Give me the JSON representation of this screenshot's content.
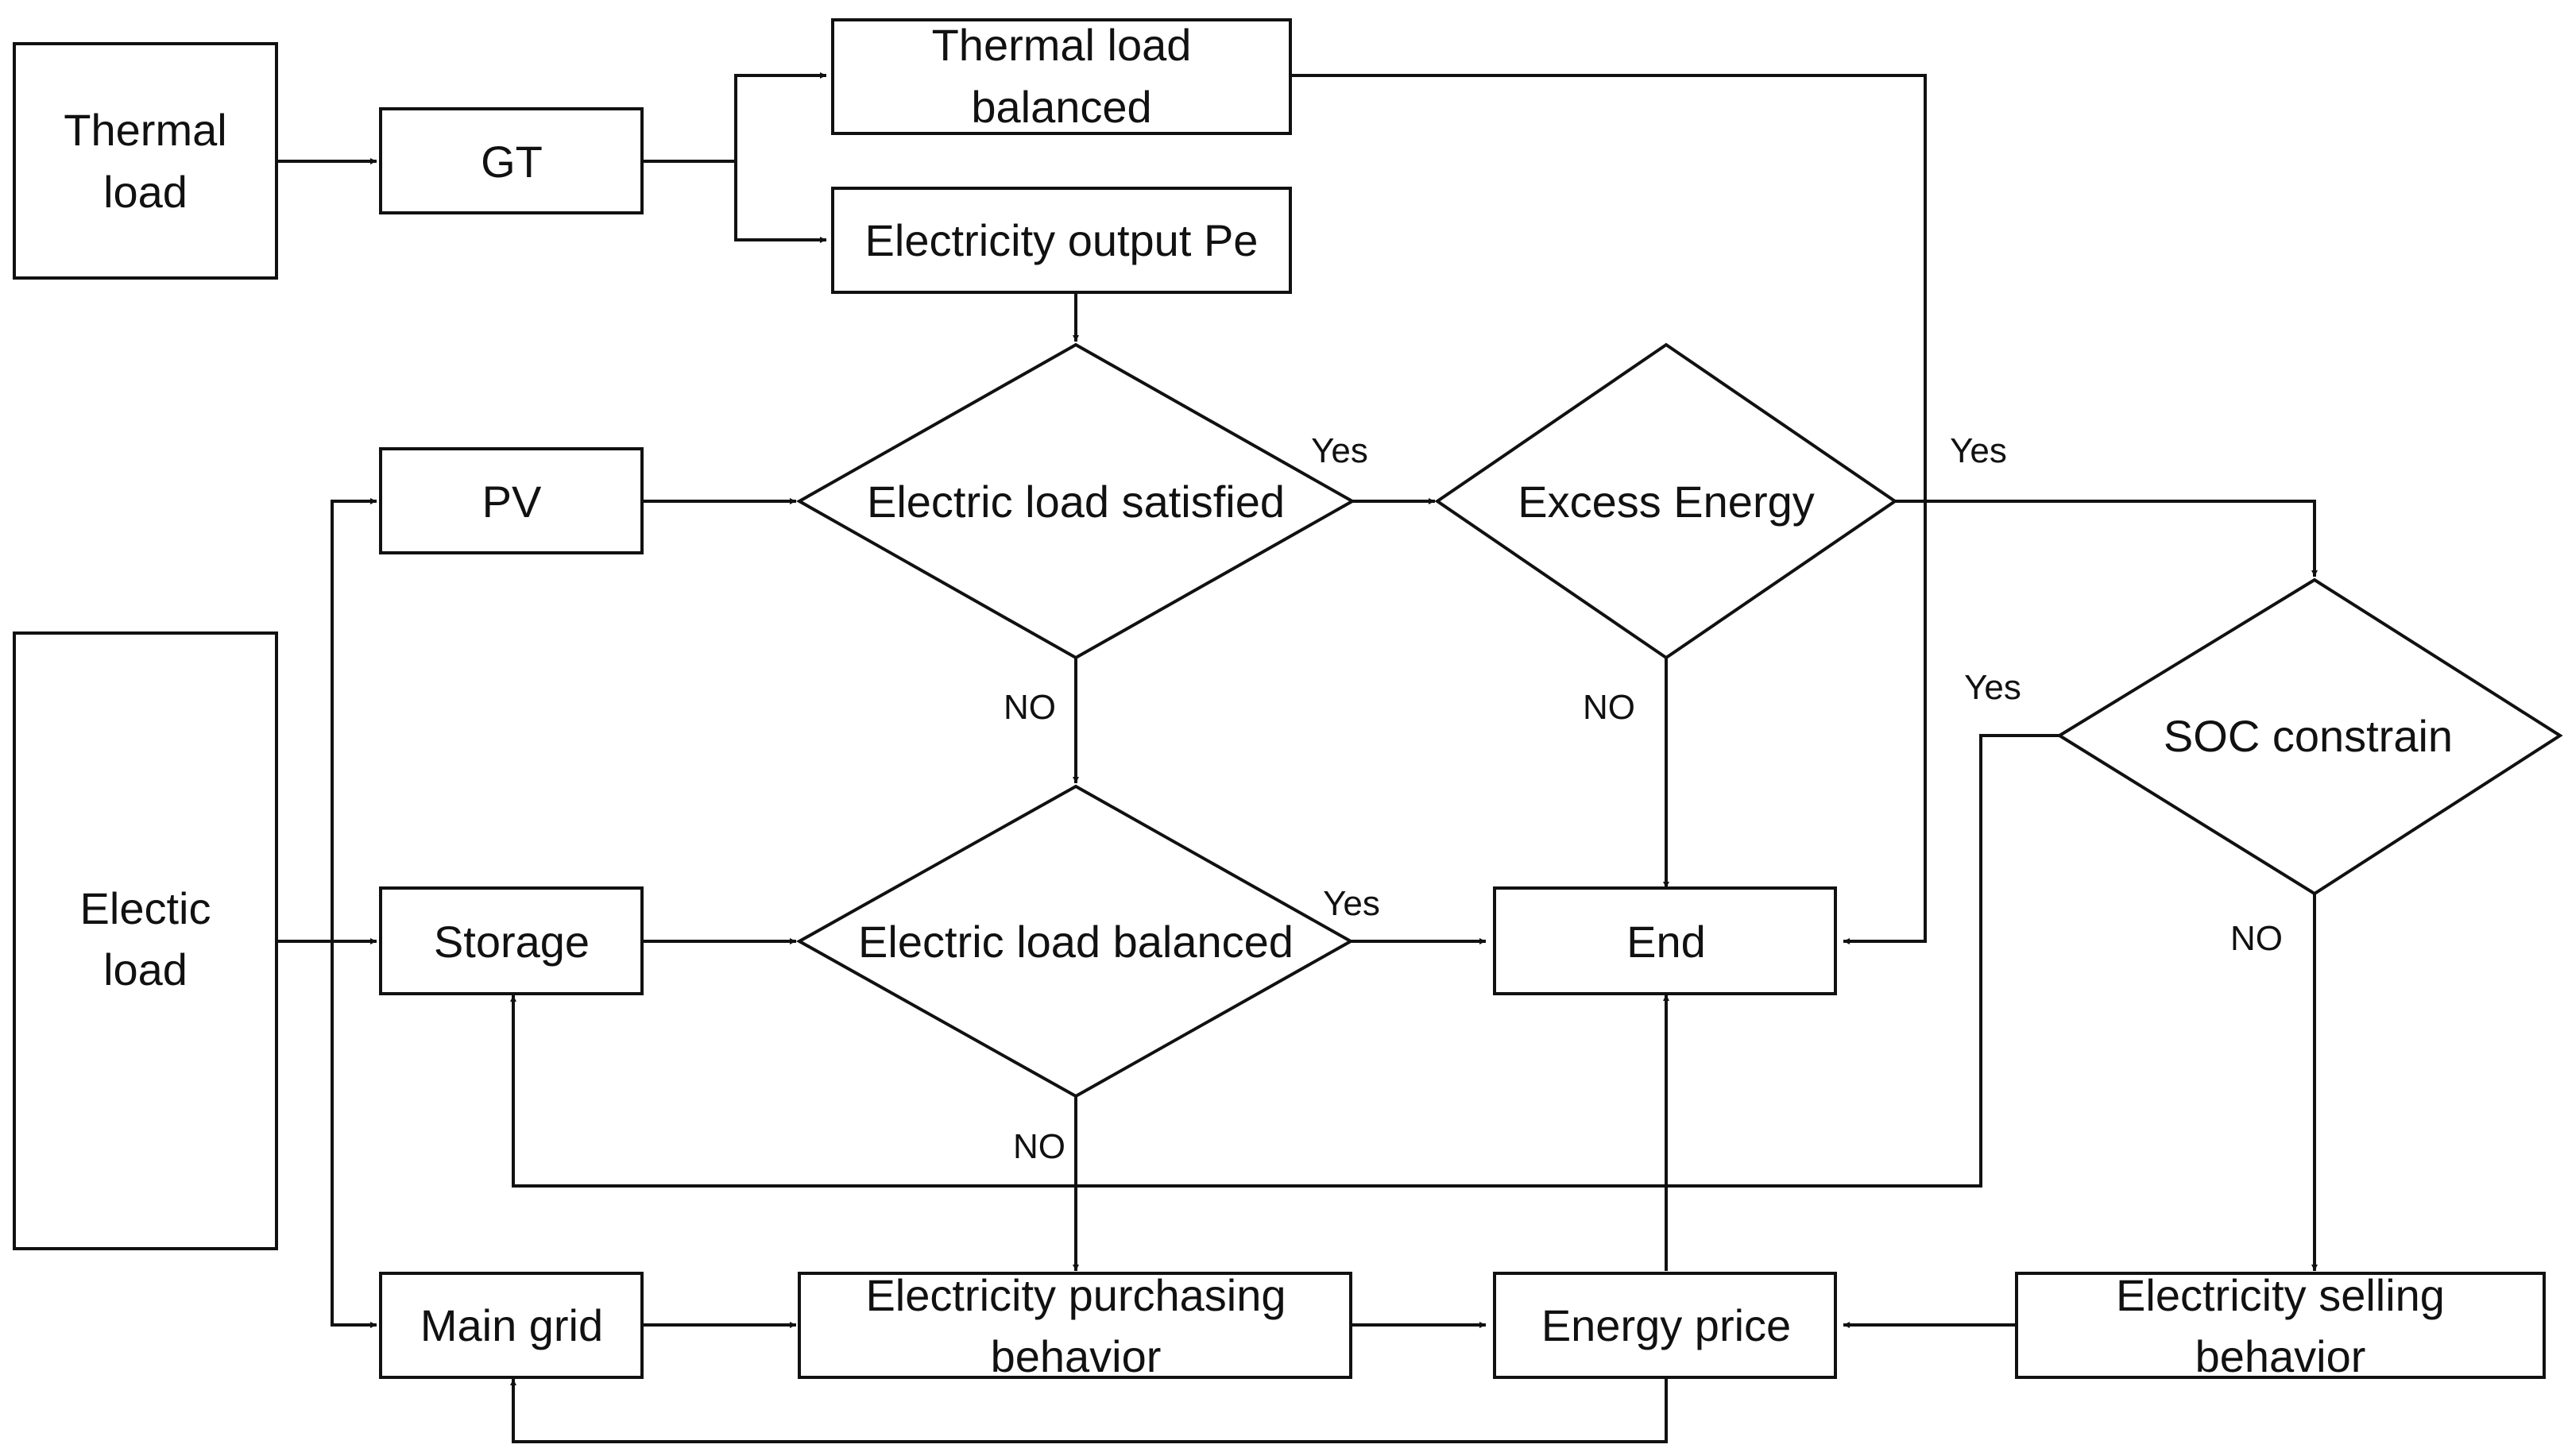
{
  "nodes": {
    "thermal_load": [
      "Thermal",
      "load"
    ],
    "gt": [
      "GT"
    ],
    "thermal_balanced": [
      "Thermal load",
      "balanced"
    ],
    "elec_output": [
      "Electricity output Pe"
    ],
    "pv": [
      "PV"
    ],
    "elec_satisfied": [
      "Electric load satisfied"
    ],
    "excess_energy": [
      "Excess Energy"
    ],
    "electic_load": [
      "Electic",
      "load"
    ],
    "storage": [
      "Storage"
    ],
    "elec_balanced": [
      "Electric load balanced"
    ],
    "end": [
      "End"
    ],
    "soc": [
      "SOC constrain"
    ],
    "main_grid": [
      "Main grid"
    ],
    "purchasing": [
      "Electricity purchasing",
      "behavior"
    ],
    "energy_price": [
      "Energy price"
    ],
    "selling": [
      "Electricity selling",
      "behavior"
    ]
  },
  "edge_labels": {
    "satisfied_yes": "Yes",
    "satisfied_no": "NO",
    "excess_yes": "Yes",
    "excess_no": "NO",
    "soc_yes": "Yes",
    "soc_no": "NO",
    "balanced_yes": "Yes",
    "balanced_no": "NO"
  }
}
